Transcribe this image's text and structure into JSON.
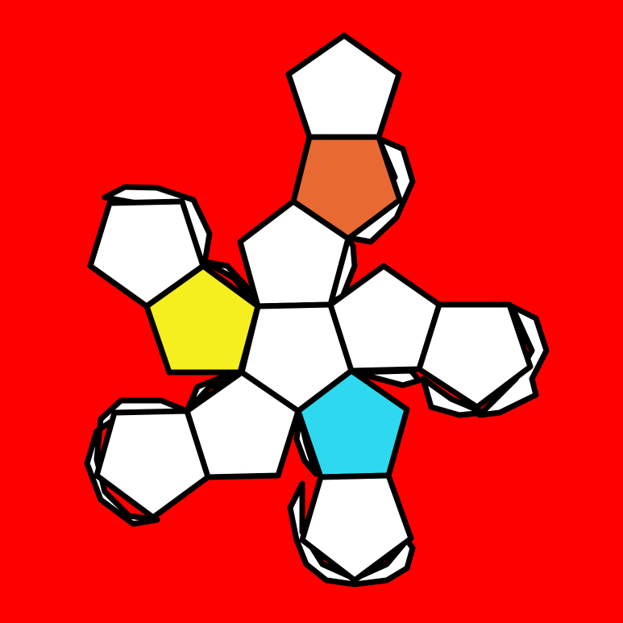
{
  "colors": {
    "background": "#ff0000",
    "outline": "#000000",
    "white_face": "#ffffff",
    "orange_face": "#e86a32",
    "yellow_face": "#f6ef20",
    "cyan_face": "#2ed9ef"
  },
  "net": {
    "shape": "pentagon",
    "face_count": 12,
    "colored_faces": [
      "orange",
      "yellow",
      "cyan"
    ]
  }
}
